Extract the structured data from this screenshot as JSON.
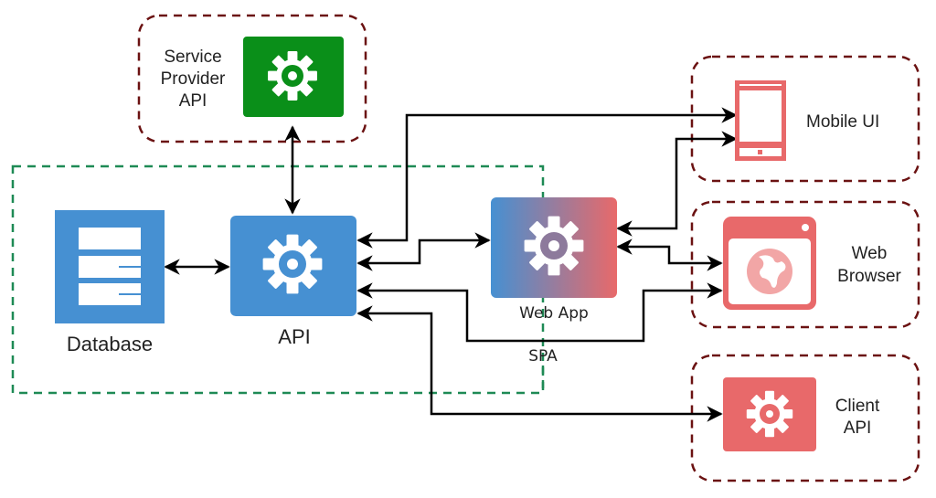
{
  "diagram": {
    "title": "",
    "nodes": {
      "service_provider_api": {
        "label_lines": [
          "Service",
          "Provider",
          "API"
        ],
        "icon": "gear-icon",
        "color": "#0a8f19"
      },
      "database": {
        "label": "Database",
        "icon": "database-icon",
        "color": "#4690d2"
      },
      "api": {
        "label": "API",
        "icon": "gear-icon",
        "color": "#4690d2"
      },
      "web_app": {
        "label": "Web App",
        "icon": "gear-icon",
        "gradient": [
          "#4690d2",
          "#e8696a"
        ]
      },
      "mobile_ui": {
        "label": "Mobile UI",
        "icon": "mobile-phone-icon",
        "color": "#e8696a"
      },
      "web_browser": {
        "label_lines": [
          "Web",
          "Browser"
        ],
        "icon": "browser-globe-icon",
        "color": "#e8696a"
      },
      "client_api": {
        "label_lines": [
          "Client",
          "API"
        ],
        "icon": "gear-icon",
        "color": "#e8696a"
      }
    },
    "edge_labels": {
      "spa": "SPA"
    },
    "groups": {
      "backend": {
        "border_color": "#1e8a55",
        "style": "dashed"
      },
      "external": {
        "border_color": "#6b1212",
        "style": "dashed"
      }
    },
    "edges": [
      {
        "from": "api",
        "to": "service_provider_api",
        "direction": "both"
      },
      {
        "from": "database",
        "to": "api",
        "direction": "both"
      },
      {
        "from": "api",
        "to": "web_app",
        "direction": "both"
      },
      {
        "from": "api",
        "to": "mobile_ui",
        "direction": "both"
      },
      {
        "from": "web_app",
        "to": "mobile_ui",
        "direction": "both"
      },
      {
        "from": "web_app",
        "to": "web_browser",
        "direction": "both"
      },
      {
        "from": "api",
        "to": "web_browser",
        "direction": "both",
        "label": "SPA"
      },
      {
        "from": "api",
        "to": "client_api",
        "direction": "both"
      }
    ]
  }
}
